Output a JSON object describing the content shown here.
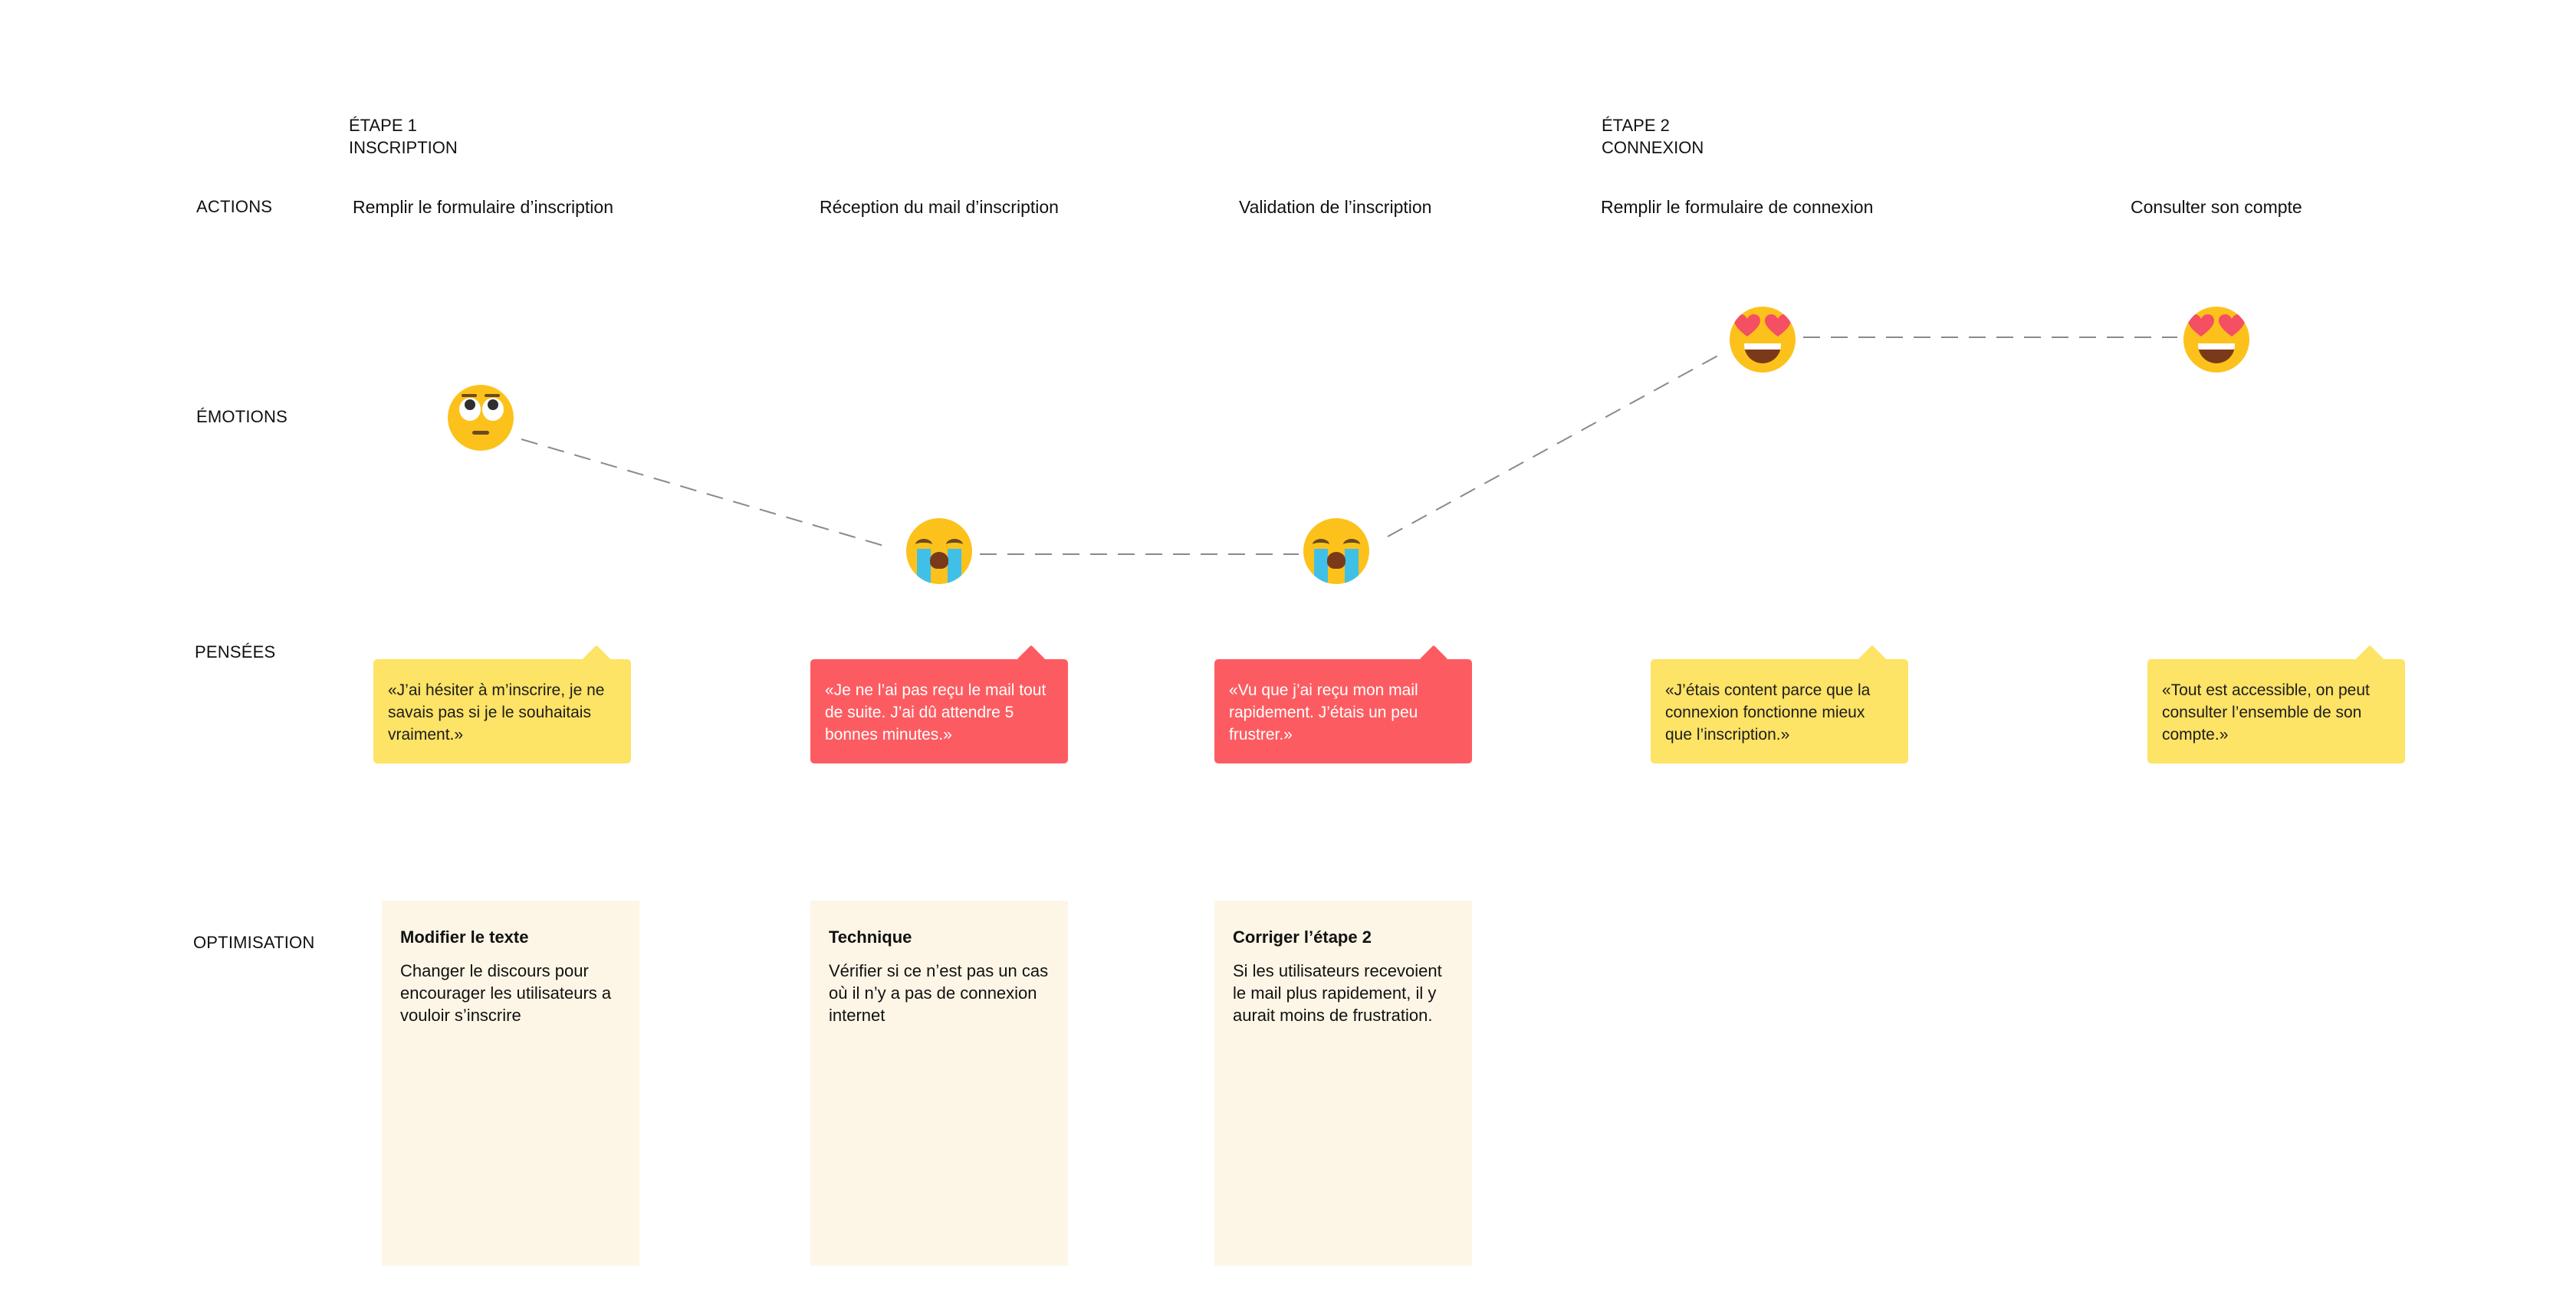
{
  "row_labels": {
    "actions": "ACTIONS",
    "emotions": "ÉMOTIONS",
    "thoughts": "PENSÉES",
    "optimisation": "OPTIMISATION"
  },
  "steps": [
    {
      "label": "ÉTAPE 1",
      "name": "INSCRIPTION"
    },
    {
      "label": "ÉTAPE 2",
      "name": "CONNEXION"
    }
  ],
  "actions": [
    "Remplir le formulaire d’inscription",
    "Réception du mail d’inscription",
    "Validation de l’inscription",
    "Remplir le formulaire de connexion",
    "Consulter son compte"
  ],
  "emotions": [
    {
      "icon": "face-with-rolling-eyes-icon",
      "level": "neutral"
    },
    {
      "icon": "loudly-crying-face-icon",
      "level": "negative"
    },
    {
      "icon": "loudly-crying-face-icon",
      "level": "negative"
    },
    {
      "icon": "smiling-face-with-heart-eyes-icon",
      "level": "positive"
    },
    {
      "icon": "smiling-face-with-heart-eyes-icon",
      "level": "positive"
    }
  ],
  "thoughts": [
    {
      "text": "«J’ai hésiter à m’inscrire, je ne savais pas si je le souhaitais vraiment.»",
      "color": "#fde366"
    },
    {
      "text": "«Je ne l’ai pas reçu le mail tout de suite. J’ai dû attendre 5 bonnes minutes.»",
      "color": "#fc5c61"
    },
    {
      "text": "«Vu que j’ai reçu mon mail rapidement. J’étais un peu frustrer.»",
      "color": "#fc5c61"
    },
    {
      "text": "«J’étais content parce que la connexion fonctionne mieux que l’inscription.»",
      "color": "#fde366"
    },
    {
      "text": "«Tout est accessible, on peut consulter l’ensemble de son compte.»",
      "color": "#fde366"
    }
  ],
  "optimisations": [
    {
      "title": "Modifier le texte",
      "body": "Changer le discours pour encourager les utilisateurs a vouloir s’inscrire"
    },
    {
      "title": "Technique",
      "body": "Vérifier si ce n’est pas un cas où il n’y a pas de connexion internet"
    },
    {
      "title": "Corriger l’étape 2",
      "body": "Si les utilisateurs recevoient le mail plus rapidement, il y aurait moins de frustration."
    }
  ],
  "colors": {
    "bubble_positive": "#fde366",
    "bubble_negative": "#fc5c61",
    "card_background": "#fdf6e6",
    "emoji_face": "#fcc21b",
    "connector_line": "#8a8a8a"
  }
}
